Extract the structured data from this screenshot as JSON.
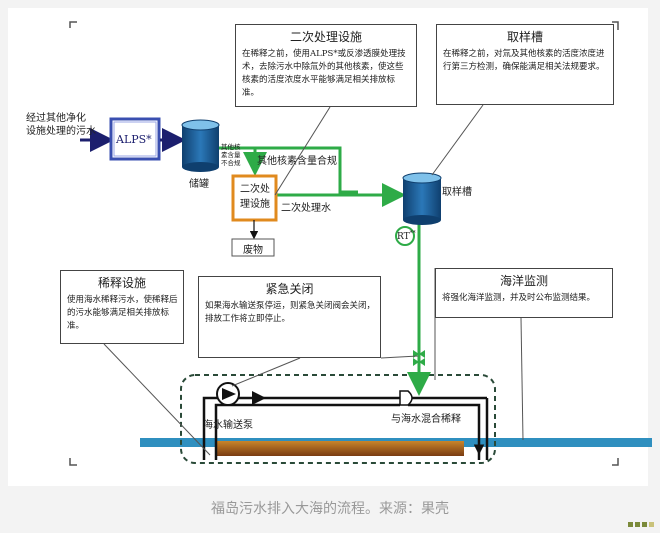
{
  "inflow_label": "经过其他净化\n设施处理的污水",
  "alps_label": "ALPS*",
  "storage_tank_label": "储罐",
  "storage_tank_note": "其他核\n素含量\n不合规",
  "compliant_label": "其他核素含量合规",
  "secondary_facility_label": "二次处\n理设施",
  "secondary_water_label": "二次处理水",
  "waste_label": "废物",
  "sampling_tank_label": "取样槽",
  "rt_label": "RT",
  "rt_superscript": "**",
  "secondary_box": {
    "title": "二次处理设施",
    "body": "在稀释之前，使用ALPS*或反渗透膜处理技术，去除污水中除氚外的其他核素，使这些核素的活度浓度水平能够满足相关排放标准。"
  },
  "sampling_box": {
    "title": "取样槽",
    "body": "在稀释之前，对氚及其他核素的活度浓度进行第三方检测，确保能满足相关法规要求。"
  },
  "dilution_box": {
    "title": "稀释设施",
    "body": "使用海水稀释污水，使稀释后的污水能够满足相关排放标准。"
  },
  "emergency_box": {
    "title": "紧急关闭",
    "body": "如果海水输送泵停运，则紧急关闭阀会关闭，排放工作将立即停止。"
  },
  "monitoring_box": {
    "title": "海洋监测",
    "body": "将强化海洋监测，并及时公布监测结果。"
  },
  "pump_label": "海水输送泵",
  "mixing_label": "与海水混合稀释",
  "caption": "福岛污水排入大海的流程。来源：果壳",
  "colors": {
    "green": "#2eab47",
    "navy": "#1c1f6e",
    "orange": "#e08a1e",
    "sea": "#2f8fbf",
    "tank": "#1d5f98"
  }
}
